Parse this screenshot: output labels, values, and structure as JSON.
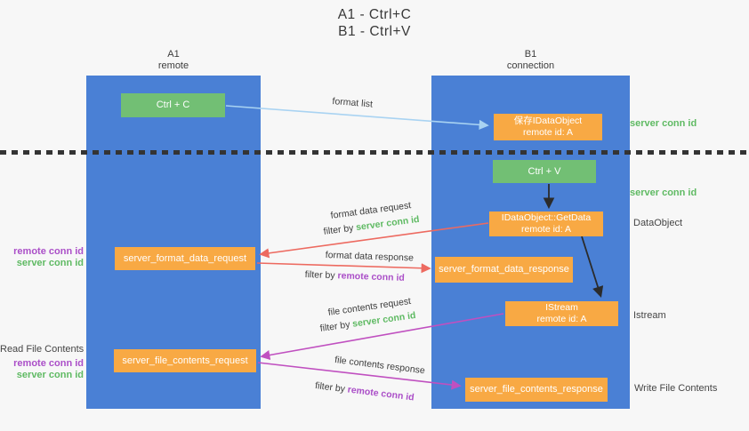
{
  "title": {
    "line1": "A1 - Ctrl+C",
    "line2": "B1 - Ctrl+V"
  },
  "lifelines": {
    "a1": {
      "name": "A1",
      "role": "remote"
    },
    "b1": {
      "name": "B1",
      "role": "connection"
    }
  },
  "nodes": {
    "ctrl_c": {
      "label": "Ctrl + C"
    },
    "ctrl_v": {
      "label": "Ctrl + V"
    },
    "save_idataobject": {
      "line1": "保存IDataObject",
      "line2": "remote id: A"
    },
    "getdata": {
      "line1": "IDataObject::GetData",
      "line2": "remote id: A"
    },
    "istream": {
      "line1": "IStream",
      "line2": "remote id: A"
    },
    "server_format_data_request": {
      "label": "server_format_data_request"
    },
    "server_format_data_response": {
      "label": "server_format_data_response"
    },
    "server_file_contents_request": {
      "label": "server_file_contents_request"
    },
    "server_file_contents_response": {
      "label": "server_file_contents_response"
    }
  },
  "arrows": {
    "format_list": {
      "label": "format list"
    },
    "format_data_request": {
      "label": "format data request",
      "filter_prefix": "filter by ",
      "filter_key": "server conn id"
    },
    "format_data_response": {
      "label": "format data response",
      "filter_prefix": "filter by ",
      "filter_key": "remote conn id"
    },
    "file_contents_request": {
      "label": "file contents request",
      "filter_prefix": "filter by ",
      "filter_key": "server conn id"
    },
    "file_contents_response": {
      "label": "file contents response",
      "filter_prefix": "filter by ",
      "filter_key": "remote conn id"
    }
  },
  "annotations": {
    "right": {
      "server_conn_id_top": "server conn id",
      "server_conn_id_mid": "server conn id",
      "dataobject": "DataObject",
      "istream": "Istream",
      "write_file_contents": "Write File Contents"
    },
    "left": {
      "format_remote_conn_id": "remote conn id",
      "format_server_conn_id": "server conn id",
      "read_file_contents": "Read File Contents",
      "file_remote_conn_id": "remote conn id",
      "file_server_conn_id": "server conn id"
    }
  },
  "colors": {
    "lifeline_blue": "#4a80d5",
    "node_green": "#72bf74",
    "node_orange": "#f8a944",
    "conn_id_green": "#5fba63",
    "conn_id_purple": "#ab4fc8",
    "arrow_red": "#ed6a60",
    "arrow_magenta": "#c050c0",
    "arrow_light_blue": "#a9d3f2",
    "arrow_black": "#2b2b2b"
  }
}
